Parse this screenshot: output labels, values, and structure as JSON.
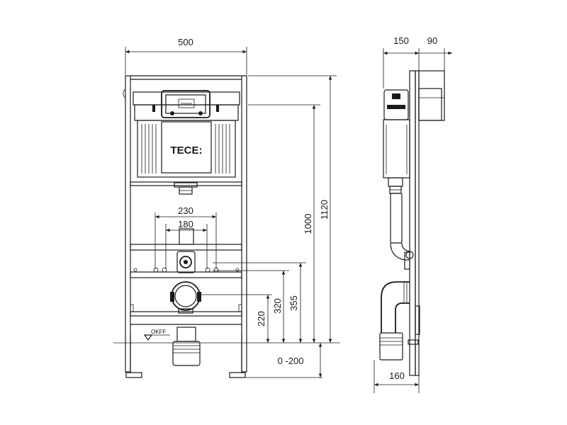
{
  "brand": "TECE:",
  "floor_label": "OKFF",
  "dimensions": {
    "front_width": "500",
    "frame_height": "1120",
    "actuator_height": "1000",
    "fixing_outer": "230",
    "fixing_inner": "180",
    "inlet_height": "355",
    "bolt_height": "320",
    "drain_height": "220",
    "foot_adjust": "0 -200",
    "side_depth": "150",
    "side_extra": "90",
    "side_bottom": "160"
  },
  "colors": {
    "line": "#1a1a1a",
    "background": "#ffffff"
  }
}
